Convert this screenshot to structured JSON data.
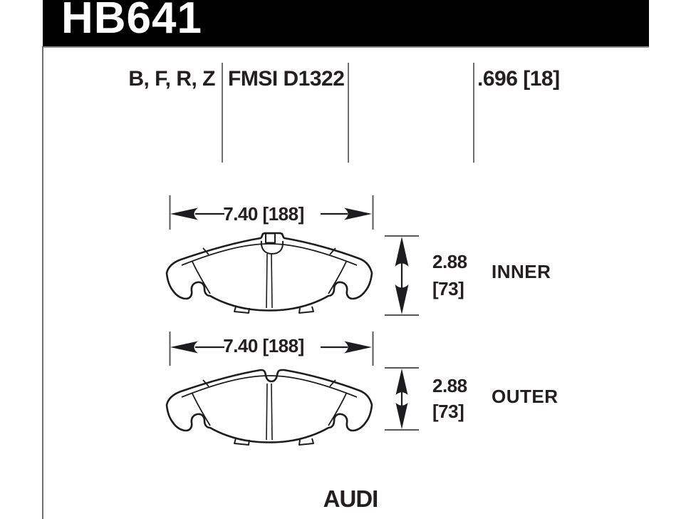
{
  "header": {
    "part_number": "HB641"
  },
  "spec_row": {
    "compounds": "B, F, R, Z",
    "fmsi": "FMSI D1322",
    "pad_thickness": ".696 [18]"
  },
  "drawings": {
    "inner": {
      "width": "7.40 [188]",
      "thickness_in": "2.88",
      "thickness_mm": "[73]",
      "position": "INNER"
    },
    "outer": {
      "width": "7.40 [188]",
      "thickness_in": "2.88",
      "thickness_mm": "[73]",
      "position": "OUTER"
    }
  },
  "footer": {
    "vehicle": "AUDI"
  },
  "colors": {
    "banner": "#000000",
    "ink": "#231f20",
    "drawing_line": "#1d1d20",
    "rule_gray": "#6f6f73",
    "tick_gray": "#58585b"
  }
}
